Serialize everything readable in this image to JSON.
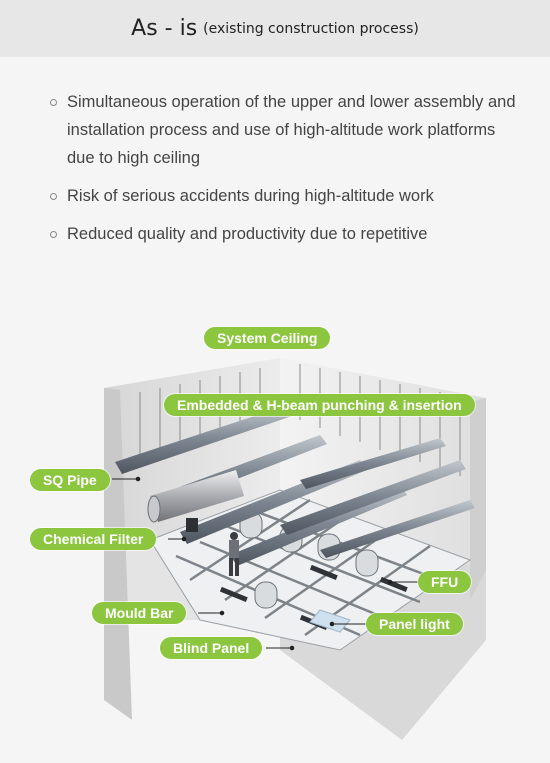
{
  "header": {
    "title": "As - is",
    "subtitle": "(existing construction process)"
  },
  "bullets": [
    "Simultaneous operation of the upper and lower assembly and installation process and use of high-altitude work platforms due to high ceiling",
    "Risk of serious accidents during high-altitude work",
    "Reduced quality and productivity due to repetitive"
  ],
  "labels": {
    "system_ceiling": "System Ceiling",
    "embedded": "Embedded & H-beam punching & insertion",
    "sq_pipe": "SQ Pipe",
    "chemical_filter": "Chemical Filter",
    "ffu": "FFU",
    "mould_bar": "Mould Bar",
    "panel_light": "Panel light",
    "blind_panel": "Blind Panel"
  },
  "colors": {
    "tag_green": "#8cc63f",
    "header_bg": "#e7e7e7",
    "page_bg": "#f5f5f5"
  }
}
